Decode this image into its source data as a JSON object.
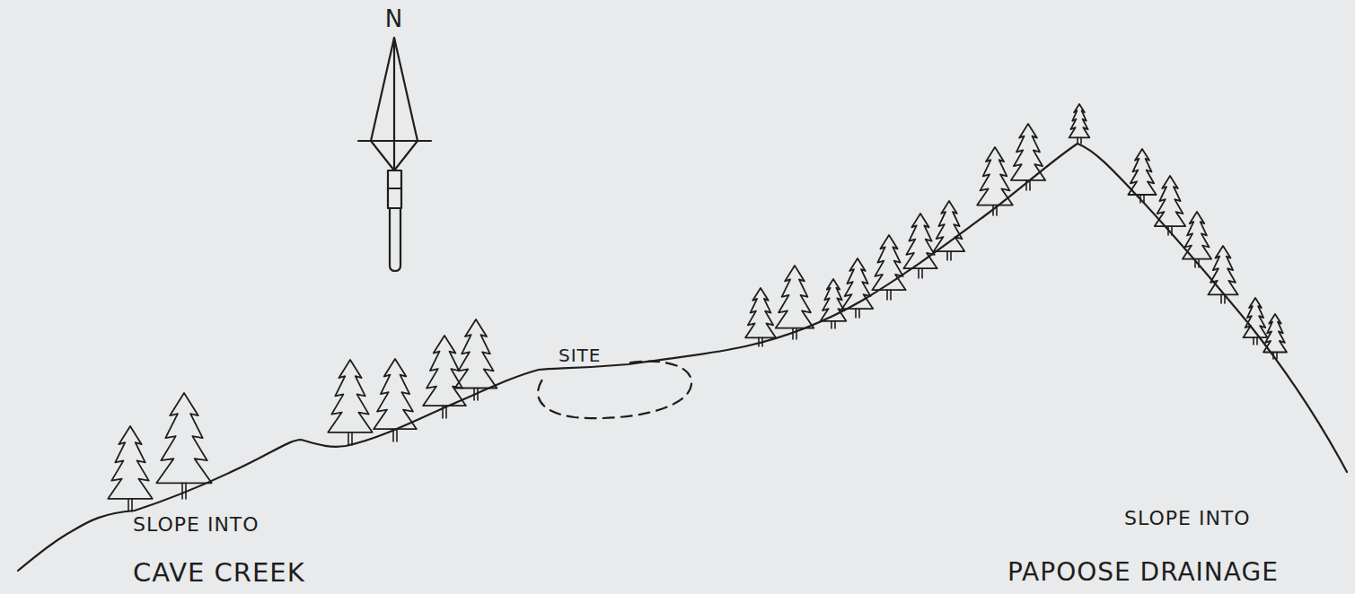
{
  "diagram": {
    "labels": [
      "N",
      "SITE",
      "SLOPE INTO",
      "CAVE CREEK",
      "SLOPE INTO",
      "PAPOOSE DRAINAGE"
    ]
  }
}
